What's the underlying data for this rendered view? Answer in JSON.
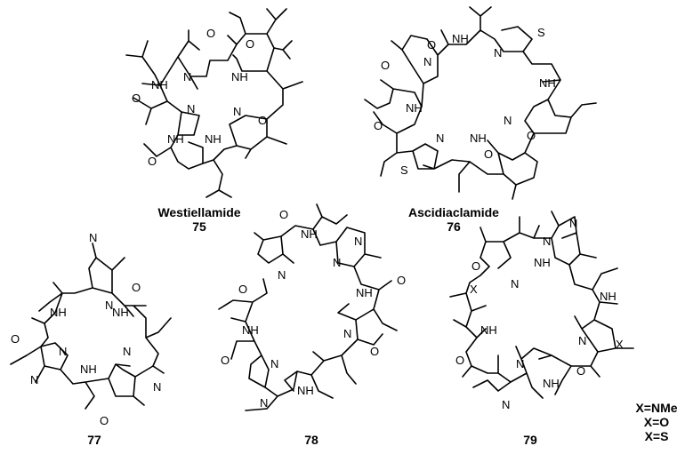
{
  "compounds": [
    {
      "name": "Westiellamide",
      "number": "75",
      "atoms": {
        "o1": "O",
        "n1": "N",
        "nh1": "NH",
        "o2": "O",
        "nh2": "NH",
        "o3": "O",
        "n2": "N",
        "nh3": "NH",
        "nh4": "NH",
        "n3": "N",
        "o4": "O",
        "o5": "O"
      }
    },
    {
      "name": "Ascidiaclamide",
      "number": "76",
      "atoms": {
        "o1": "O",
        "nh1": "NH",
        "s1": "S",
        "o2": "O",
        "n1": "N",
        "n2": "N",
        "nh2": "NH",
        "nh3": "NH",
        "n3": "N",
        "o3": "O",
        "o4": "O",
        "n4": "N",
        "nh4": "NH",
        "s2": "S",
        "o5": "O"
      }
    },
    {
      "name": "",
      "number": "77",
      "atoms": {
        "n1": "N",
        "o1": "O",
        "n2": "N",
        "nh1": "NH",
        "nh2": "NH",
        "o2": "O",
        "n3": "N",
        "n4": "N",
        "n5": "N",
        "nh3": "NH",
        "n6": "N",
        "o3": "O"
      }
    },
    {
      "name": "",
      "number": "78",
      "atoms": {
        "o1": "O",
        "nh1": "NH",
        "n1": "N",
        "o2": "O",
        "n2": "N",
        "n3": "N",
        "nh2": "NH",
        "nh3": "NH",
        "o3": "O",
        "n4": "N",
        "o4": "O",
        "n5": "N",
        "n6": "N",
        "nh4": "NH",
        "o5": "O"
      }
    },
    {
      "name": "",
      "number": "79",
      "atoms": {
        "o1": "O",
        "nh1": "NH",
        "n1": "N",
        "x1": "X",
        "n2": "N",
        "n3": "N",
        "nh2": "NH",
        "nh3": "NH",
        "o2": "O",
        "n4": "N",
        "x2": "X",
        "n5": "N",
        "nh4": "NH",
        "n6": "N",
        "o3": "O"
      }
    }
  ],
  "legend": [
    "X=NMe",
    "X=O",
    "X=S"
  ]
}
